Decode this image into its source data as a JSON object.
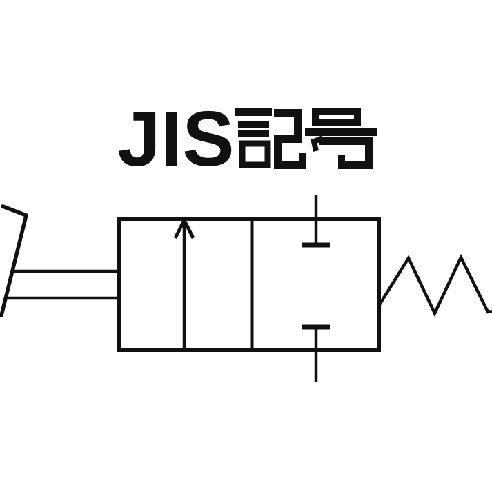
{
  "title": {
    "text": "JIS記号",
    "latin": "JIS",
    "kanji": "記号"
  },
  "colors": {
    "ink": "#111111",
    "background": "#ffffff"
  },
  "diagram": {
    "type": "jis-pneumatic-valve-symbol",
    "positions": 2,
    "components": [
      "lever-actuator",
      "actuator-rod-upper",
      "actuator-rod-lower",
      "valve-body-2-position",
      "flow-arrow-up",
      "blocked-port-top",
      "blocked-port-bottom",
      "spring-return"
    ]
  }
}
